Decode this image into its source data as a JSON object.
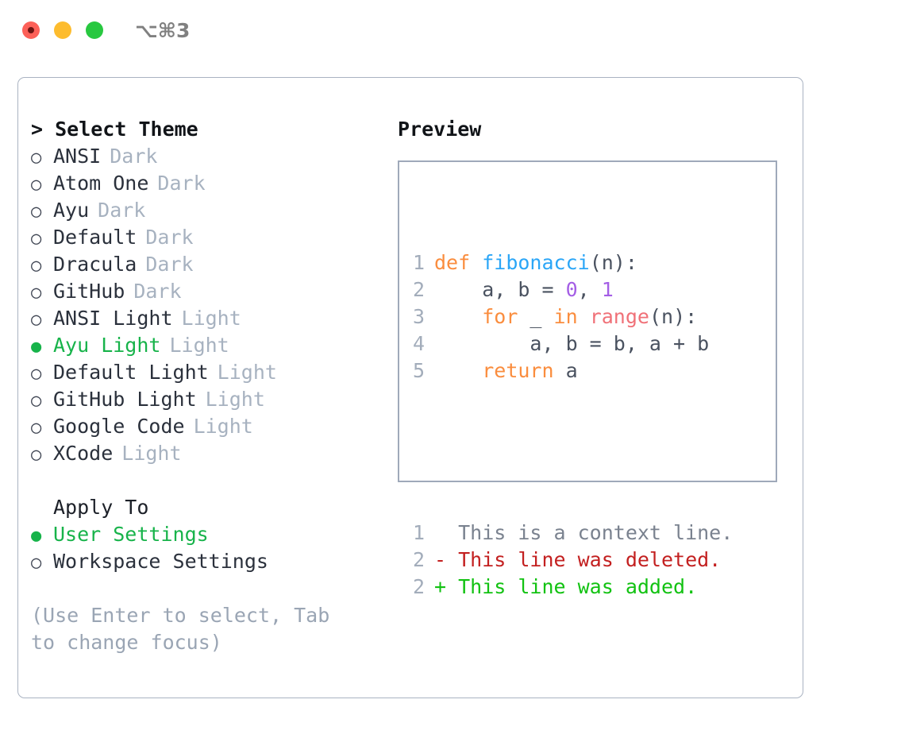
{
  "titlebar": {
    "lights": [
      {
        "name": "close",
        "color": "#fc6058"
      },
      {
        "name": "minimize",
        "color": "#fdbc2e"
      },
      {
        "name": "zoom",
        "color": "#28c840"
      }
    ],
    "shortcut": "⌥⌘3"
  },
  "theme_section": {
    "header": "> Select Theme",
    "items": [
      {
        "marker": "○",
        "label": "ANSI",
        "tag": "Dark",
        "selected": false
      },
      {
        "marker": "○",
        "label": "Atom One",
        "tag": "Dark",
        "selected": false
      },
      {
        "marker": "○",
        "label": "Ayu",
        "tag": "Dark",
        "selected": false
      },
      {
        "marker": "○",
        "label": "Default",
        "tag": "Dark",
        "selected": false
      },
      {
        "marker": "○",
        "label": "Dracula",
        "tag": "Dark",
        "selected": false
      },
      {
        "marker": "○",
        "label": "GitHub",
        "tag": "Dark",
        "selected": false
      },
      {
        "marker": "○",
        "label": "ANSI Light",
        "tag": "Light",
        "selected": false
      },
      {
        "marker": "●",
        "label": "Ayu Light",
        "tag": "Light",
        "selected": true
      },
      {
        "marker": "○",
        "label": "Default Light",
        "tag": "Light",
        "selected": false
      },
      {
        "marker": "○",
        "label": "GitHub Light",
        "tag": "Light",
        "selected": false
      },
      {
        "marker": "○",
        "label": "Google Code",
        "tag": "Light",
        "selected": false
      },
      {
        "marker": "○",
        "label": "XCode",
        "tag": "Light",
        "selected": false
      }
    ]
  },
  "apply_section": {
    "header": "Apply To",
    "items": [
      {
        "marker": "●",
        "label": "User Settings",
        "selected": true
      },
      {
        "marker": "○",
        "label": "Workspace Settings",
        "selected": false
      }
    ]
  },
  "hint": "(Use Enter to select, Tab to change focus)",
  "preview": {
    "header": "Preview",
    "code_lines": [
      {
        "no": "1",
        "tokens": [
          {
            "t": "def ",
            "c": "kw"
          },
          {
            "t": "fibonacci",
            "c": "fn"
          },
          {
            "t": "(n):",
            "c": "plain"
          }
        ]
      },
      {
        "no": "2",
        "tokens": [
          {
            "t": "    a, b = ",
            "c": "plain"
          },
          {
            "t": "0",
            "c": "num"
          },
          {
            "t": ", ",
            "c": "plain"
          },
          {
            "t": "1",
            "c": "num"
          }
        ]
      },
      {
        "no": "3",
        "tokens": [
          {
            "t": "    ",
            "c": "plain"
          },
          {
            "t": "for",
            "c": "kw"
          },
          {
            "t": " _ ",
            "c": "plain"
          },
          {
            "t": "in",
            "c": "kw"
          },
          {
            "t": " ",
            "c": "plain"
          },
          {
            "t": "range",
            "c": "builtin"
          },
          {
            "t": "(n):",
            "c": "plain"
          }
        ]
      },
      {
        "no": "4",
        "tokens": [
          {
            "t": "        a, b = b, a + b",
            "c": "plain"
          }
        ]
      },
      {
        "no": "5",
        "tokens": [
          {
            "t": "    ",
            "c": "plain"
          },
          {
            "t": "return",
            "c": "kw"
          },
          {
            "t": " a",
            "c": "plain"
          }
        ]
      }
    ],
    "diff_lines": [
      {
        "no": "1",
        "prefix": "  ",
        "text": "This is a context line.",
        "kind": "context"
      },
      {
        "no": "2",
        "prefix": "- ",
        "text": "This line was deleted.",
        "kind": "del"
      },
      {
        "no": "2",
        "prefix": "+ ",
        "text": "This line was added.",
        "kind": "add"
      }
    ]
  },
  "colors": {
    "accent_green": "#17b34a",
    "keyword_orange": "#fa8d3e",
    "function_blue": "#2ba6f7",
    "number_purple": "#a45ee5",
    "builtin_red": "#f07178",
    "diff_delete": "#c32020",
    "diff_add": "#12c212",
    "muted": "#a7b2c0",
    "border": "#aab3c2"
  }
}
